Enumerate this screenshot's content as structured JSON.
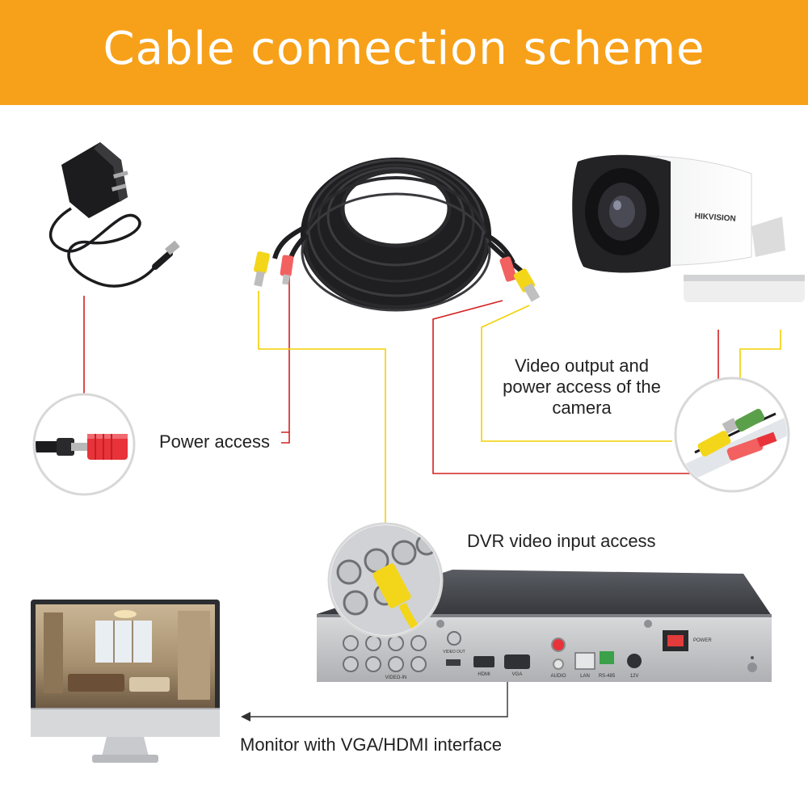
{
  "header": {
    "title": "Cable connection scheme",
    "background_color": "#f7a11a",
    "text_color": "#ffffff"
  },
  "labels": {
    "power_access": "Power access",
    "video_output": "Video output and power access of the camera",
    "dvr_input": "DVR video input access",
    "monitor": "Monitor with VGA/HDMI interface"
  },
  "camera": {
    "brand": "HIKVISION"
  },
  "dvr": {
    "port_labels": {
      "video_in": "VIDEO-IN",
      "video_out": "VIDEO OUT",
      "hdmi": "HDMI",
      "vga": "VGA",
      "audio": "AUDIO",
      "lan": "LAN",
      "rs485": "RS-485",
      "power_in": "12V",
      "power_switch": "POWER"
    }
  },
  "colors": {
    "power_line": "#d42020",
    "video_line": "#f2d000",
    "monitor_line": "#333333",
    "video_plug": "#f3d61a",
    "power_plug": "#f26060",
    "bnc_plug": "#5aa04a"
  }
}
